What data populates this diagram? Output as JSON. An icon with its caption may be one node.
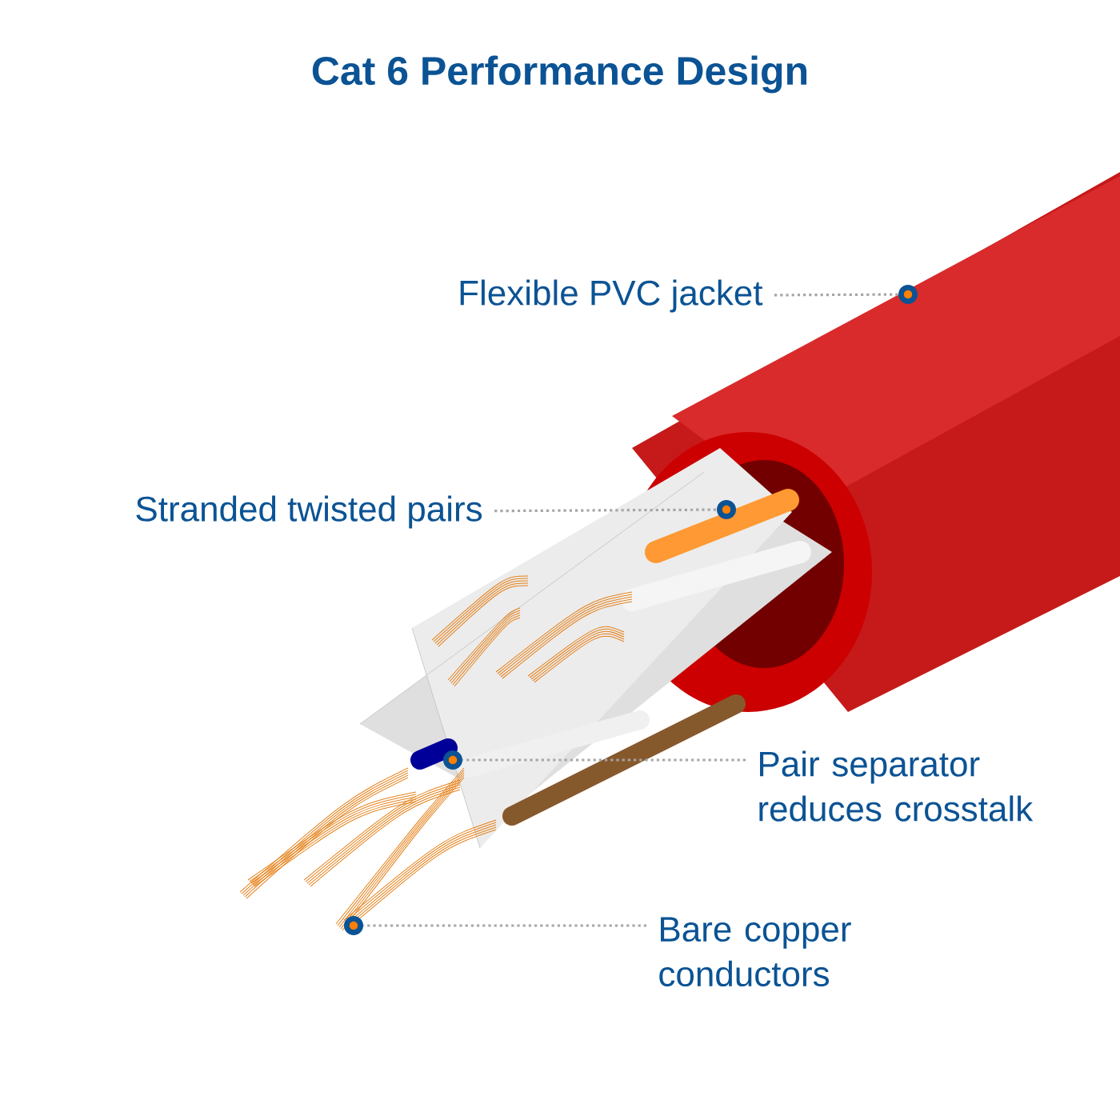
{
  "diagram": {
    "title": "Cat 6 Performance Design",
    "nodes": [
      {
        "text": [
          "Flexible PVC jacket"
        ]
      },
      {
        "text": [],
        "shape": "circle"
      },
      {
        "text": [
          "Stranded twisted pairs"
        ]
      },
      {
        "text": [],
        "shape": "circle"
      },
      {
        "text": [
          "Pair separator reduces crosstalk"
        ]
      },
      {
        "text": [],
        "shape": "circle"
      },
      {
        "text": [
          "Bare copper conductors"
        ]
      },
      {
        "text": [],
        "shape": "circle"
      }
    ],
    "edges": [
      {
        "from": 0,
        "to": 1,
        "arrow": "none"
      },
      {
        "from": 2,
        "to": 3,
        "arrow": "none"
      },
      {
        "from": 4,
        "to": 5,
        "arrow": "none"
      },
      {
        "from": 6,
        "to": 7,
        "arrow": "none"
      }
    ]
  }
}
